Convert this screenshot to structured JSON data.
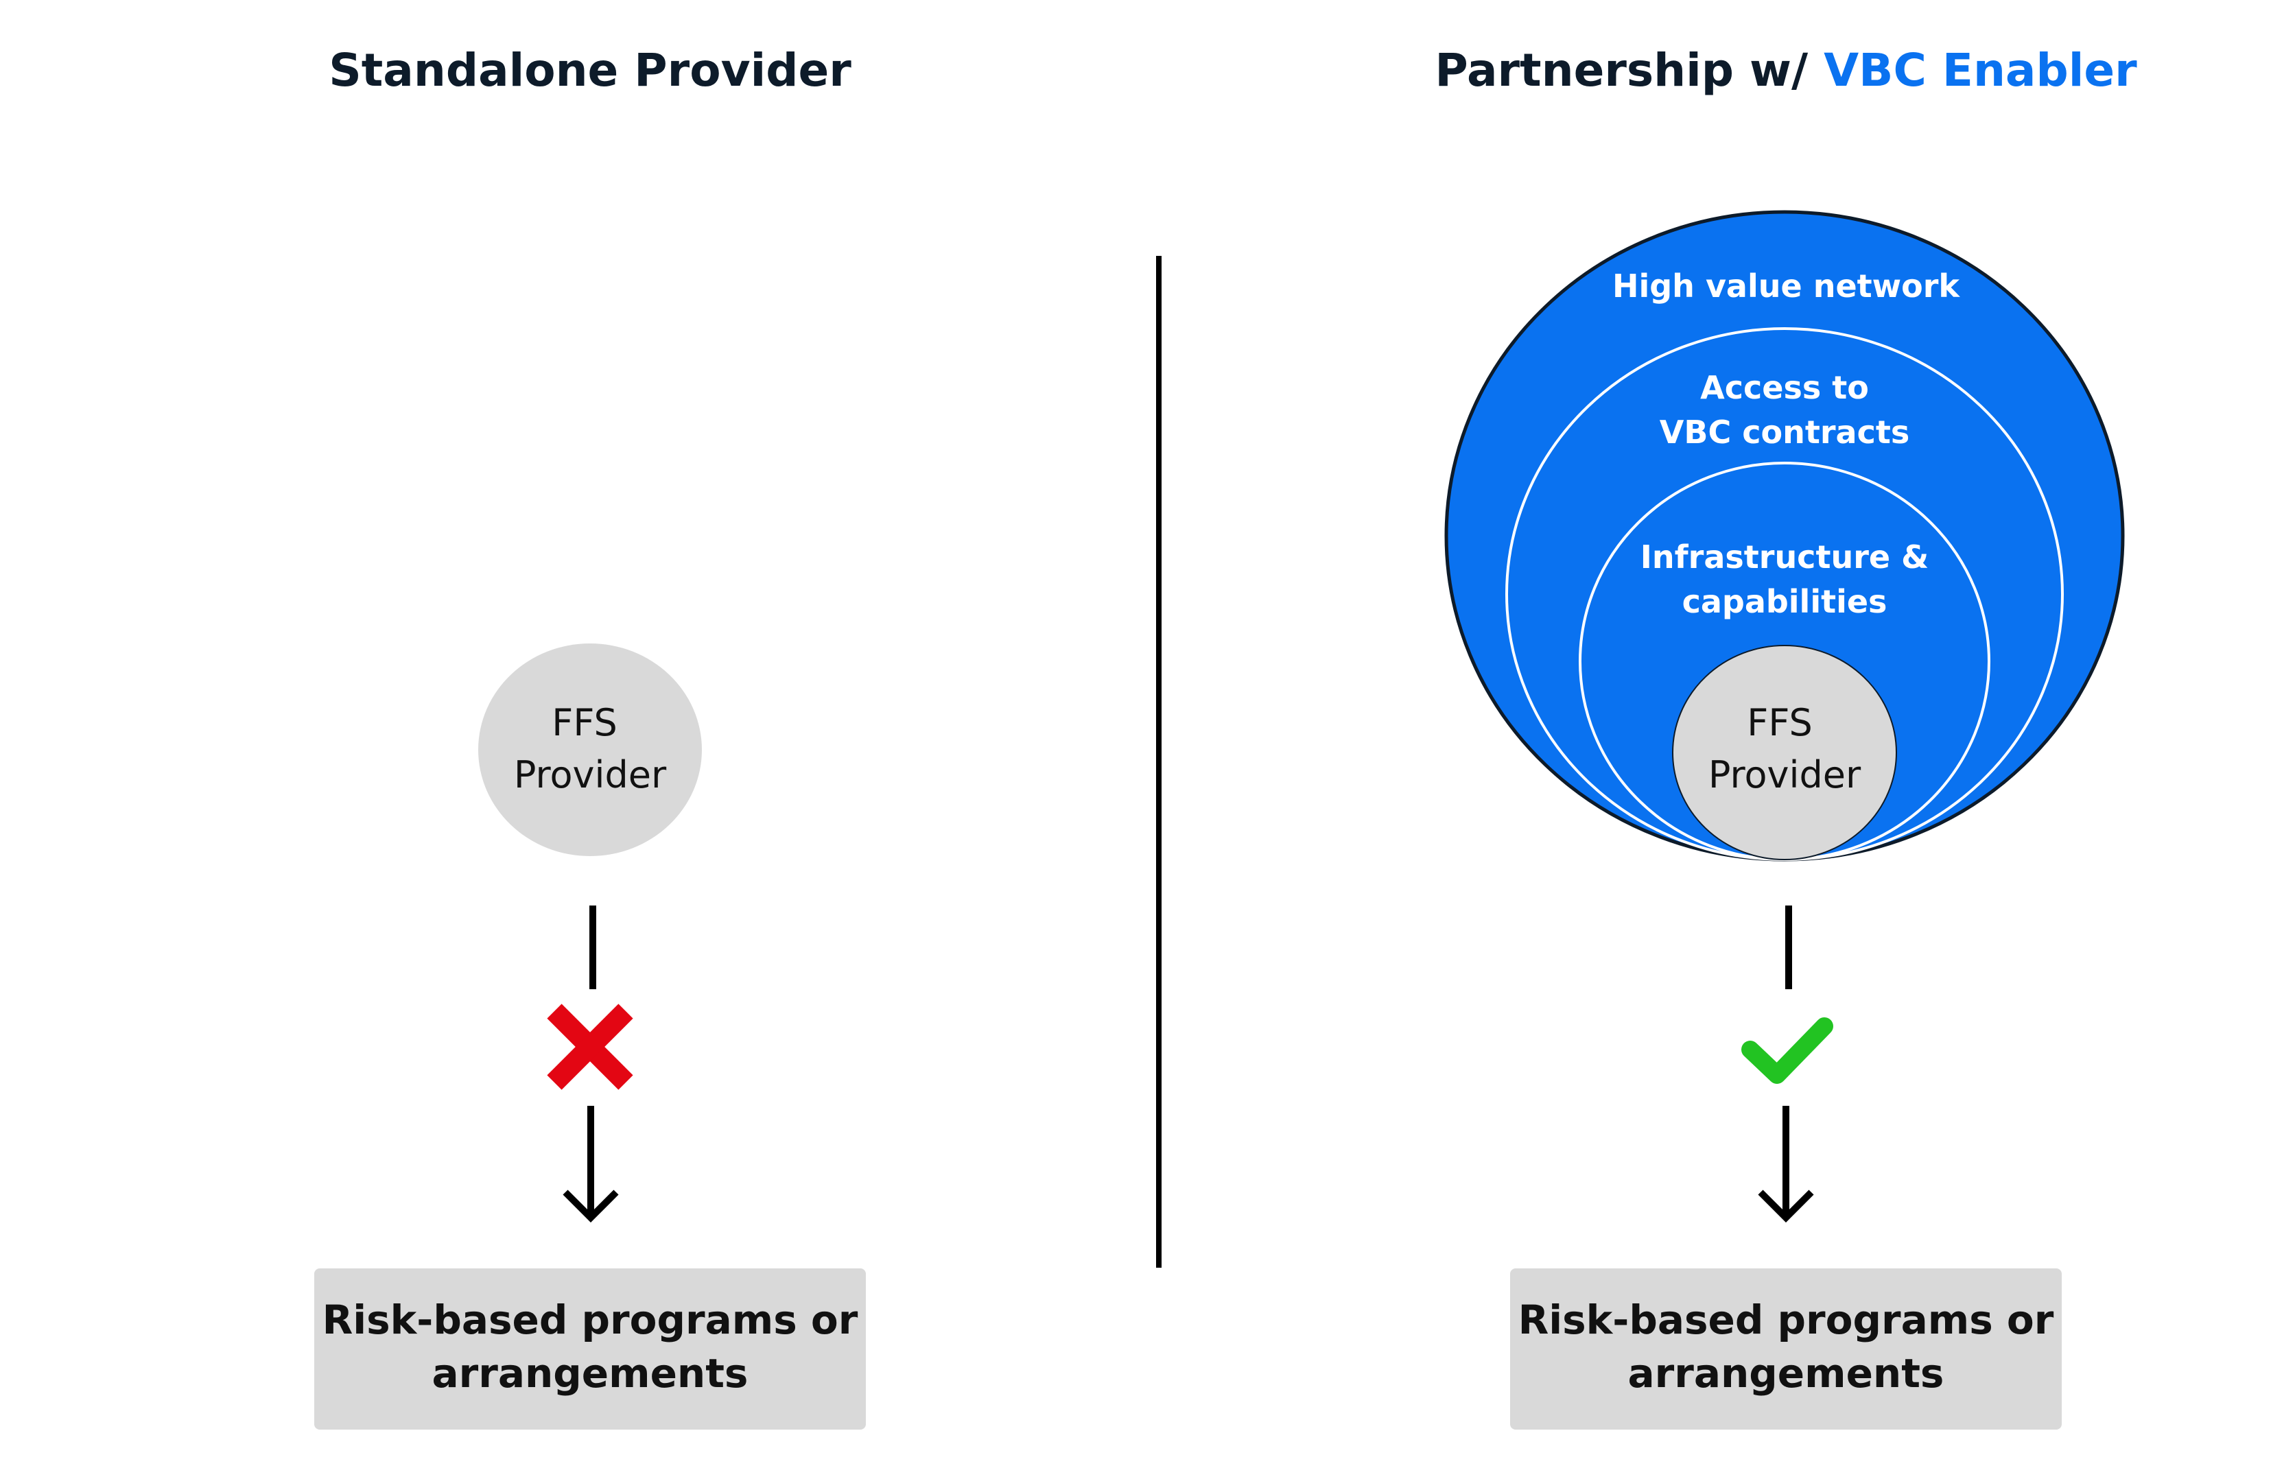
{
  "left": {
    "title": "Standalone Provider",
    "node": {
      "line1": "FFS",
      "line2": "Provider"
    },
    "status": "cross",
    "box": {
      "line1": "Risk-based programs or",
      "line2": "arrangements"
    }
  },
  "right": {
    "title_prefix": "Partnership w/ ",
    "title_accent": "VBC Enabler",
    "rings": {
      "outer": {
        "line1": "High value network"
      },
      "middle": {
        "line1": "Access to",
        "line2": "VBC contracts"
      },
      "inner": {
        "line1": "Infrastructure &",
        "line2": "capabilities"
      }
    },
    "node": {
      "line1": "FFS",
      "line2": "Provider"
    },
    "status": "check",
    "box": {
      "line1": "Risk-based programs or",
      "line2": "arrangements"
    }
  },
  "colors": {
    "accent": "#0a72f0",
    "title_text": "#0d1b2a",
    "node_fill": "#d9d9d9",
    "box_fill": "#d9d9d9",
    "cross": "#e30613",
    "check": "#22c322"
  },
  "icons": [
    "cross-icon",
    "check-icon",
    "arrow-down-icon"
  ]
}
